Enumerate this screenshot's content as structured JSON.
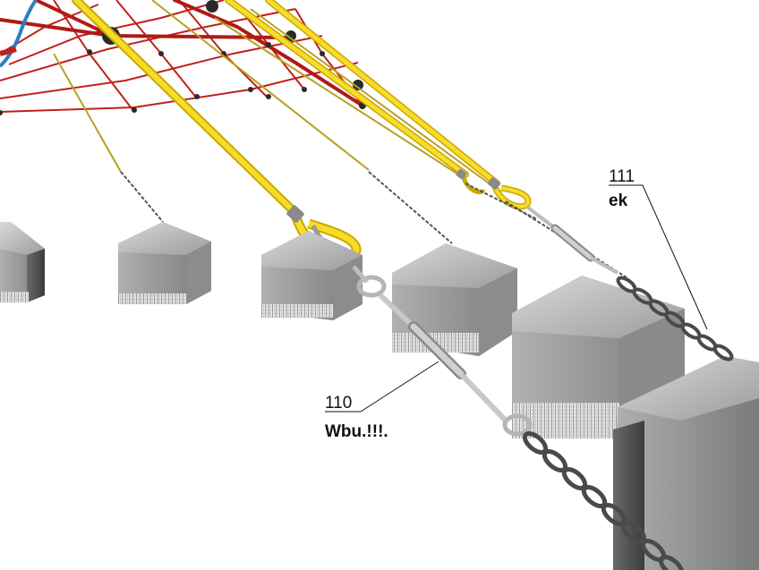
{
  "callouts": {
    "c110": {
      "number": "110",
      "label": "Wbu.!!!."
    },
    "c111": {
      "number": "111",
      "label": "ek"
    }
  },
  "colors": {
    "background": "#ffffff",
    "net_rope": "#c0201a",
    "main_rope": "#f2d21a",
    "concrete": "#9a9a9a",
    "chain": "#5a5a5a",
    "steel": "#b8b8b8",
    "blue_rope": "#2a7fbf"
  }
}
